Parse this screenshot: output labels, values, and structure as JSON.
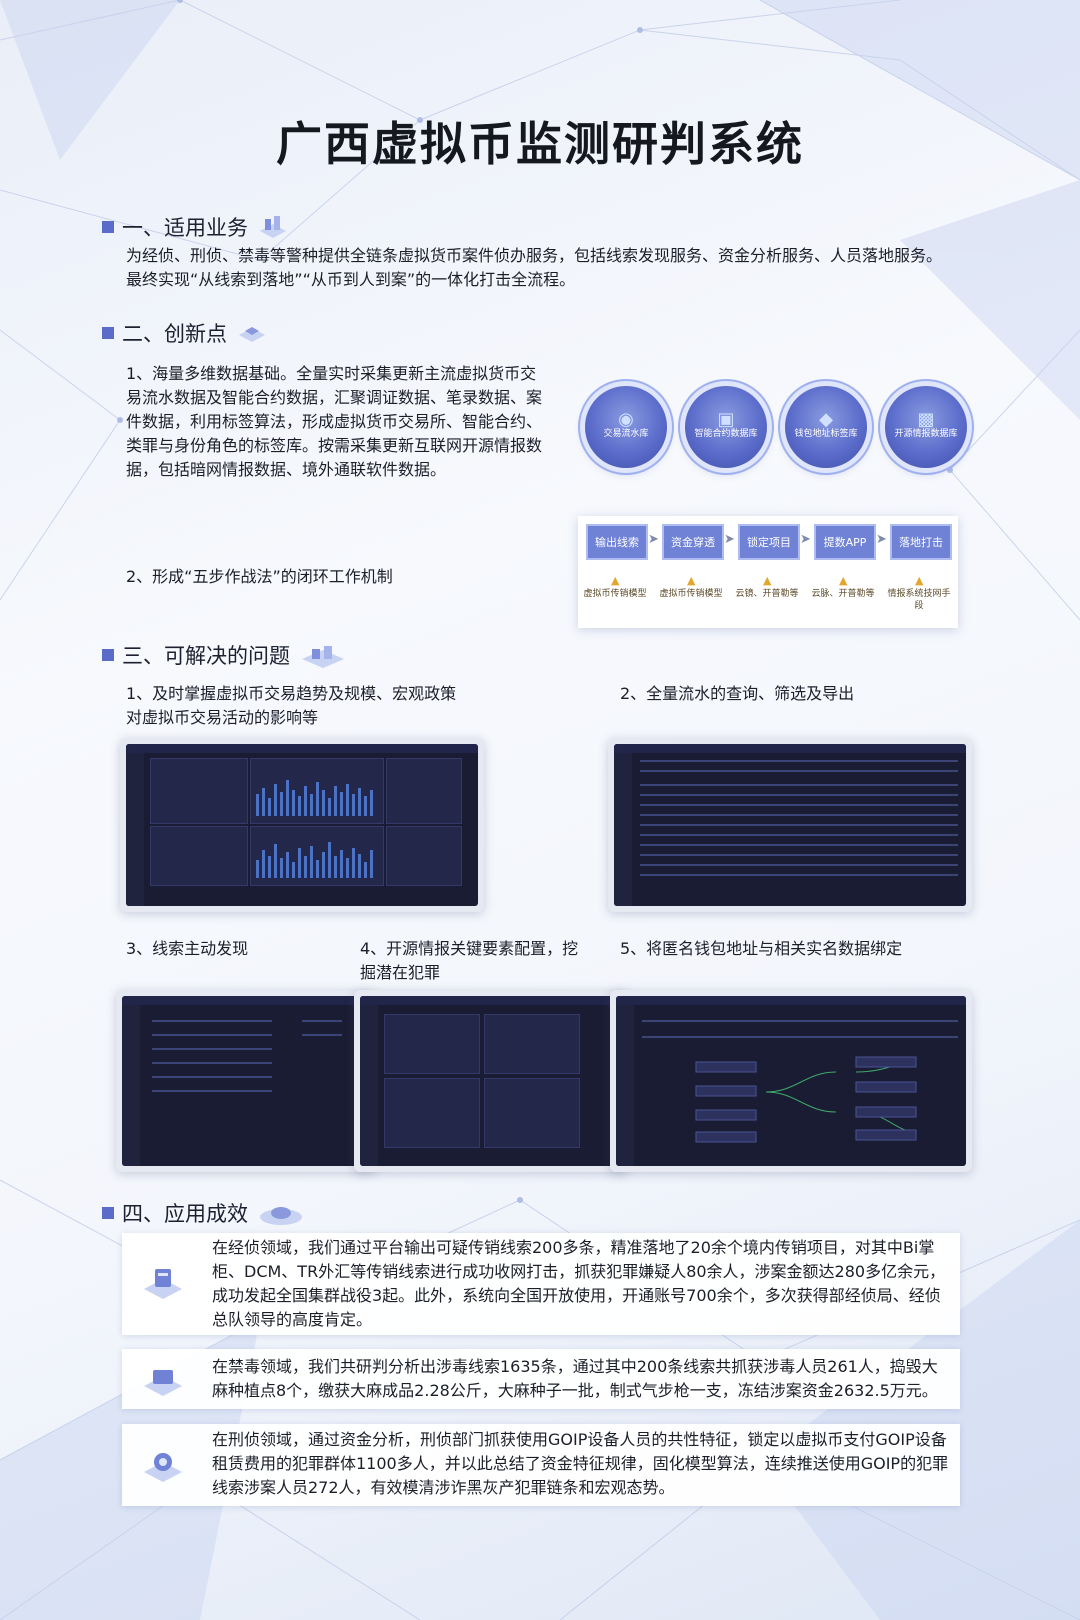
{
  "title": "广西虚拟币监测研判系统",
  "sections": {
    "business": {
      "heading": "一、适用业务",
      "body": "为经侦、刑侦、禁毒等警种提供全链条虚拟货币案件侦办服务，包括线索发现服务、资金分析服务、人员落地服务。最终实现“从线索到落地”“从币到人到案”的一体化打击全流程。"
    },
    "innovation": {
      "heading": "二、创新点",
      "point1": "1、海量多维数据基础。全量实时采集更新主流虚拟货币交易流水数据及智能合约数据，汇聚调证数据、笔录数据、案件数据，利用标签算法，形成虚拟货币交易所、智能合约、类罪与身份角色的标签库。按需采集更新互联网开源情报数据，包括暗网情报数据、境外通联软件数据。",
      "point2": "2、形成“五步作战法”的闭环工作机制",
      "circles": [
        "交易流水库",
        "智能合约数据库",
        "钱包地址标签库",
        "开源情报数据库"
      ],
      "steps": [
        "输出线索",
        "资金穿透",
        "锁定项目",
        "提数APP",
        "落地打击"
      ],
      "step_captions": [
        "虚拟币传销模型",
        "虚拟币传销模型",
        "云镜、开普勒等",
        "云脉、开普勒等",
        "情报系统技网手段"
      ]
    },
    "problems": {
      "heading": "三、可解决的问题",
      "item1": "1、及时掌握虚拟币交易趋势及规模、宏观政策对虚拟币交易活动的影响等",
      "item2": "2、全量流水的查询、筛选及导出",
      "item3": "3、线索主动发现",
      "item4": "4、开源情报关键要素配置，挖掘潜在犯罪",
      "item5": "5、将匿名钱包地址与相关实名数据绑定"
    },
    "results": {
      "heading": "四、应用成效",
      "cards": [
        "在经侦领域，我们通过平台输出可疑传销线索200多条，精准落地了20余个境内传销项目，对其中Bi掌柜、DCM、TR外汇等传销线索进行成功收网打击，抓获犯罪嫌疑人80余人，涉案金额达280多亿余元，成功发起全国集群战役3起。此外，系统向全国开放使用，开通账号700余个，多次获得部经侦局、经侦总队领导的高度肯定。",
        "在禁毒领域，我们共研判分析出涉毒线索1635条，通过其中200条线索共抓获涉毒人员261人，捣毁大麻种植点8个，缴获大麻成品2.28公斤，大麻种子一批，制式气步枪一支，冻结涉案资金2632.5万元。",
        "在刑侦领域，通过资金分析，刑侦部门抓获使用GOIP设备人员的共性特征，锁定以虚拟币支付GOIP设备租赁费用的犯罪群体1100多人，并以此总结了资金特征规律，固化模型算法，连续推送使用GOIP的犯罪线索涉案人员272人，有效模清涉诈黑灰产犯罪链条和宏观态势。"
      ]
    }
  },
  "colors": {
    "accent": "#5a6bc9",
    "screen_bg": "#1a1c33"
  }
}
